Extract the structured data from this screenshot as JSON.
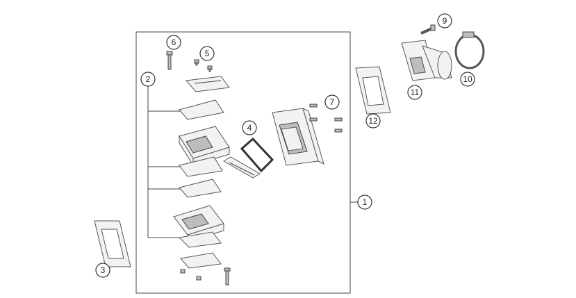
{
  "diagram": {
    "callouts": [
      {
        "id": "1",
        "label": "1"
      },
      {
        "id": "2",
        "label": "2"
      },
      {
        "id": "3",
        "label": "3"
      },
      {
        "id": "4",
        "label": "4"
      },
      {
        "id": "5",
        "label": "5"
      },
      {
        "id": "6",
        "label": "6"
      },
      {
        "id": "7",
        "label": "7"
      },
      {
        "id": "9",
        "label": "9"
      },
      {
        "id": "10",
        "label": "10"
      },
      {
        "id": "11",
        "label": "11"
      },
      {
        "id": "12",
        "label": "12"
      }
    ]
  }
}
